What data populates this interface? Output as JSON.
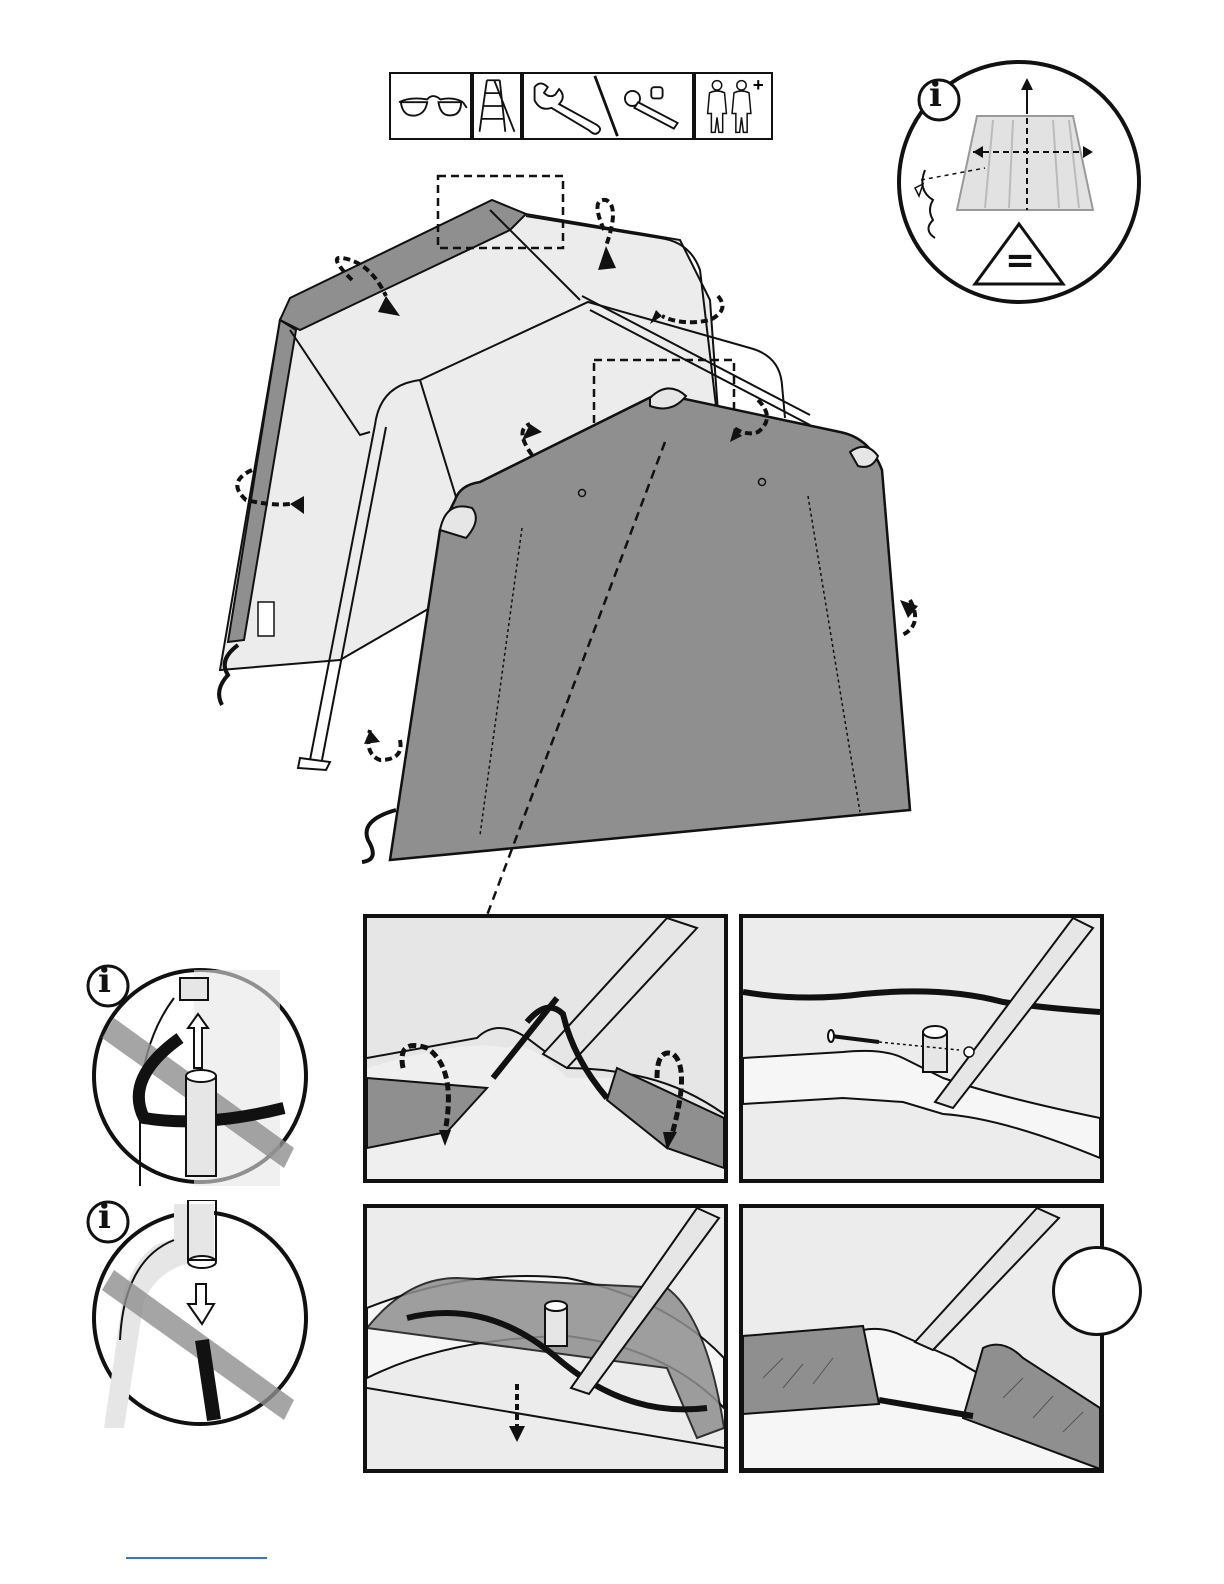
{
  "page": {
    "title": "",
    "step_number": "",
    "footer_text": ""
  },
  "tools": [
    {
      "name": "safety-glasses-icon",
      "label": ""
    },
    {
      "name": "step-ladder-icon",
      "label": ""
    },
    {
      "name": "adjustable-wrench-icon",
      "label": ""
    },
    {
      "name": "socket-wrench-icon",
      "label": ""
    },
    {
      "name": "two-person-icon",
      "label": "+"
    }
  ],
  "info_callouts": {
    "top_right_letter": "i",
    "top_right_symbol": "=",
    "left_top_letter": "i",
    "left_bottom_letter": "i"
  },
  "detail_panels": [
    {
      "name": "detail-panel-fold-cover"
    },
    {
      "name": "detail-panel-bolt-insert"
    },
    {
      "name": "detail-panel-rope-under-frame"
    },
    {
      "name": "detail-panel-finished-cover"
    }
  ],
  "colors": {
    "outline": "#111111",
    "cover_dark": "#8f8f8f",
    "cover_light": "#e6e6e6",
    "frame": "#f2f2f2",
    "rope": "#111111",
    "footer_line": "#3b6fd6"
  }
}
